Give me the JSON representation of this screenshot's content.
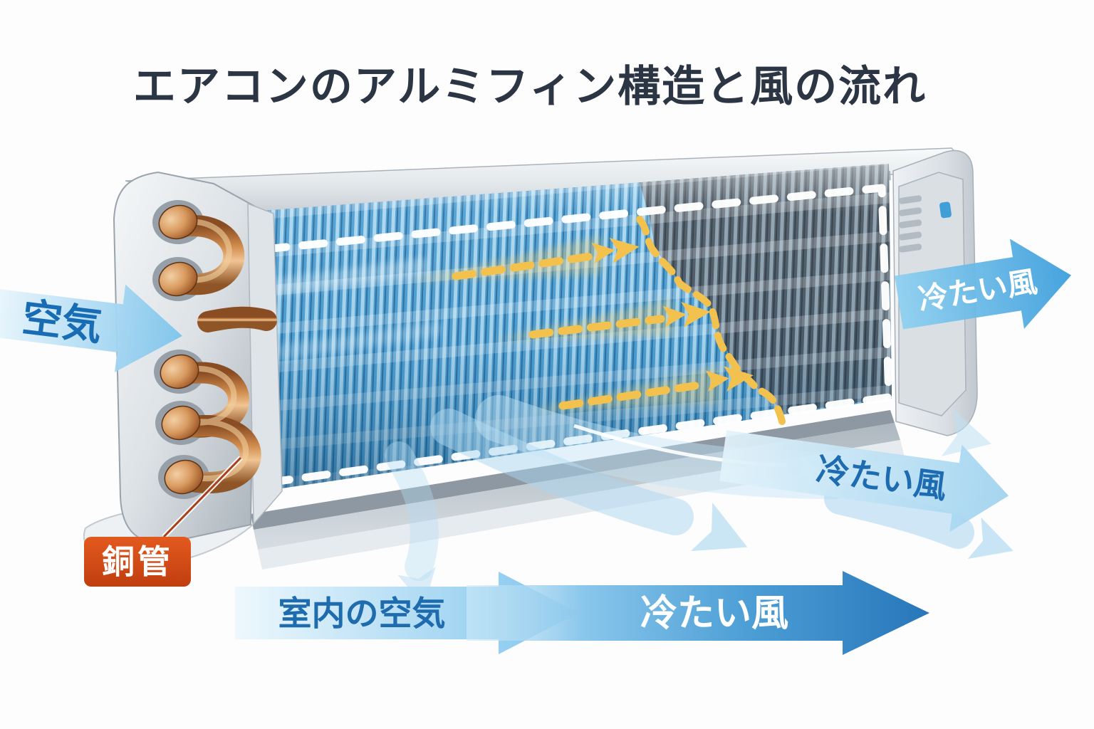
{
  "title": {
    "text": "エアコンのアルミフィン構造と風の流れ"
  },
  "labels": {
    "air_in": "空気",
    "cold_air_out_top": "冷たい風",
    "cold_air_out_mid": "冷たい風",
    "room_air": "室内の空気",
    "cold_air_bottom": "冷たい風",
    "copper_pipe": "銅管"
  },
  "colors": {
    "title_text": "#2c3543",
    "blue_text": "#1d6bb0",
    "arrow_light_blue": "#7dc4ec",
    "arrow_strong_blue": "#2a7cbd",
    "fin_blue": "#4f9fd2",
    "fin_dark": "#4d5a66",
    "copper": "#cf8c4d",
    "label_red": "#d14a18",
    "dash_white": "#ffffff",
    "flow_yellow": "#f2c14e",
    "housing_gray": "#c9d0d6"
  }
}
